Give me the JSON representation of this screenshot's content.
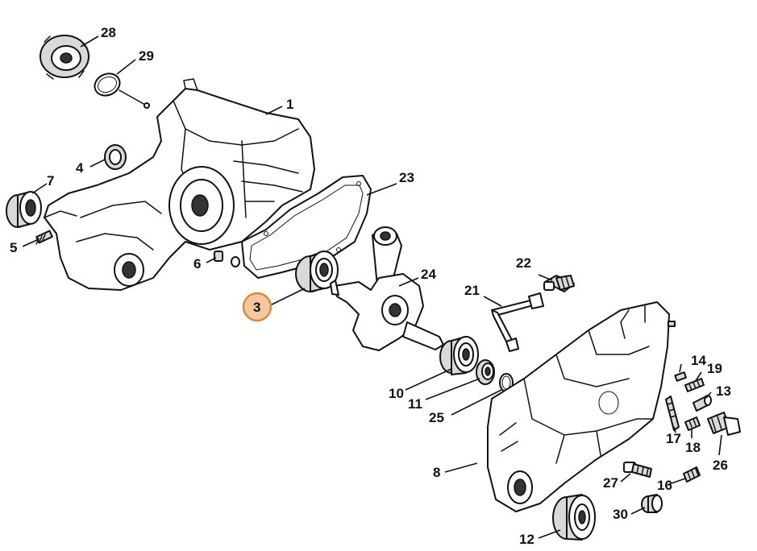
{
  "callouts": [
    {
      "id": "p1",
      "text": "1"
    },
    {
      "id": "p3",
      "text": "3",
      "highlighted": true
    },
    {
      "id": "p4",
      "text": "4"
    },
    {
      "id": "p5",
      "text": "5"
    },
    {
      "id": "p6",
      "text": "6"
    },
    {
      "id": "p7",
      "text": "7"
    },
    {
      "id": "p8",
      "text": "8"
    },
    {
      "id": "p10",
      "text": "10"
    },
    {
      "id": "p11",
      "text": "11"
    },
    {
      "id": "p12",
      "text": "12"
    },
    {
      "id": "p13",
      "text": "13"
    },
    {
      "id": "p14",
      "text": "14"
    },
    {
      "id": "p16",
      "text": "16"
    },
    {
      "id": "p17",
      "text": "17"
    },
    {
      "id": "p18",
      "text": "18"
    },
    {
      "id": "p19",
      "text": "19"
    },
    {
      "id": "p21",
      "text": "21"
    },
    {
      "id": "p22",
      "text": "22"
    },
    {
      "id": "p23",
      "text": "23"
    },
    {
      "id": "p24",
      "text": "24"
    },
    {
      "id": "p25",
      "text": "25"
    },
    {
      "id": "p26",
      "text": "26"
    },
    {
      "id": "p27",
      "text": "27"
    },
    {
      "id": "p28",
      "text": "28"
    },
    {
      "id": "p29",
      "text": "29"
    },
    {
      "id": "p30",
      "text": "30"
    }
  ],
  "colors": {
    "highlight_fill": "#f4c7a0",
    "highlight_stroke": "#d88a45",
    "line": "#111111",
    "background": "#ffffff"
  }
}
